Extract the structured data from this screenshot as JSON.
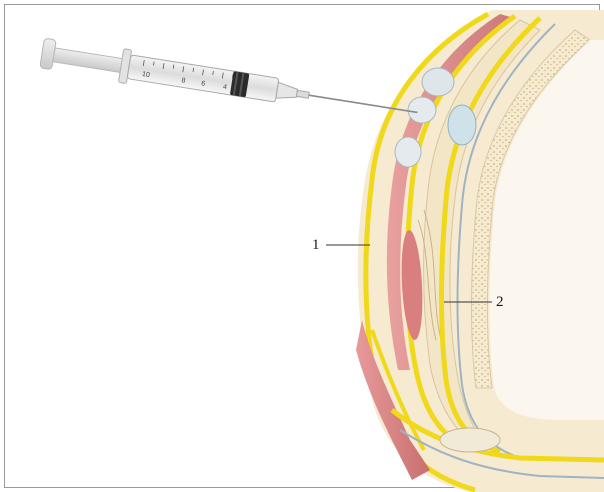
{
  "figure": {
    "label_1": "1",
    "label_2": "2"
  },
  "syringe": {
    "scale_marks": [
      "10",
      "8",
      "6",
      "4"
    ]
  },
  "colors": {
    "fascia_yellow": "#f1e21b",
    "muscle_red": "#d98484",
    "fat_beige": "#f3e6c6",
    "bone_dots": "#d8c8a0",
    "lymph_node": "#d7e6ee"
  }
}
